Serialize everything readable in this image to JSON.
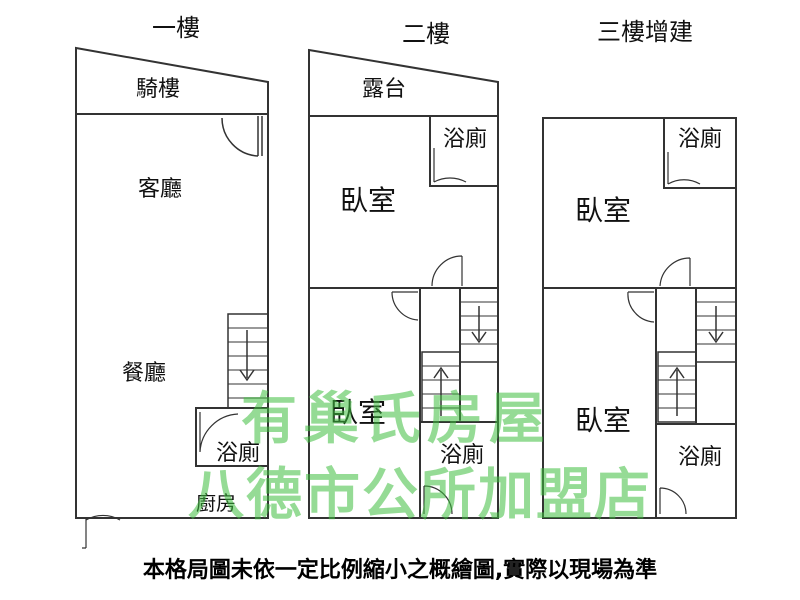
{
  "floors": [
    {
      "title": "一樓",
      "rooms": [
        "騎樓",
        "客廳",
        "餐廳",
        "浴廁",
        "廚房"
      ]
    },
    {
      "title": "二樓",
      "rooms": [
        "露台",
        "浴廁",
        "臥室",
        "臥室",
        "浴廁"
      ]
    },
    {
      "title": "三樓增建",
      "rooms": [
        "浴廁",
        "臥室",
        "臥室",
        "浴廁"
      ]
    }
  ],
  "watermark": {
    "line1": "有巢氏房屋",
    "line2": "八德市公所加盟店"
  },
  "footer_note": "本格局圖未依一定比例縮小之概繪圖,實際以現場為準",
  "colors": {
    "wall": "#333333",
    "watermark": "#3fbf3f",
    "text": "#111111"
  }
}
